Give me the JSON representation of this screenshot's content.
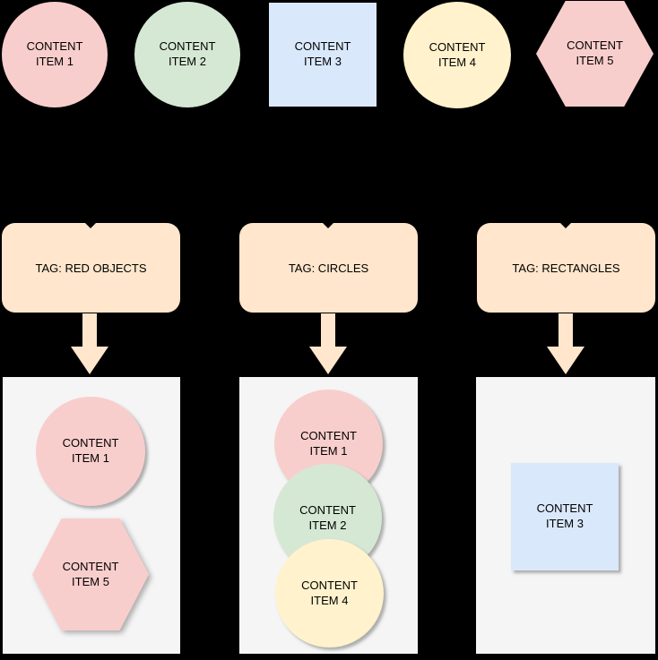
{
  "palette": {
    "background": "#000000",
    "red": "#f8cecc",
    "green": "#d5e8d4",
    "blue": "#dae8fc",
    "yellow": "#fff2cc",
    "tag": "#ffe6cc",
    "arrow": "#ffe6cc",
    "container": "#f5f5f5",
    "connector": "#000000",
    "text": "#000000"
  },
  "top_items": [
    {
      "label": "CONTENT\nITEM 1",
      "shape": "circle",
      "color": "red"
    },
    {
      "label": "CONTENT\nITEM 2",
      "shape": "circle",
      "color": "green"
    },
    {
      "label": "CONTENT\nITEM 3",
      "shape": "rectangle",
      "color": "blue"
    },
    {
      "label": "CONTENT\nITEM 4",
      "shape": "circle",
      "color": "yellow"
    },
    {
      "label": "CONTENT\nITEM 5",
      "shape": "hexagon",
      "color": "red"
    }
  ],
  "groups": [
    {
      "tag_label": "TAG: RED OBJECTS",
      "items": [
        {
          "label": "CONTENT\nITEM 1",
          "shape": "circle",
          "color": "red"
        },
        {
          "label": "CONTENT\nITEM 5",
          "shape": "hexagon",
          "color": "red"
        }
      ]
    },
    {
      "tag_label": "TAG: CIRCLES",
      "items": [
        {
          "label": "CONTENT\nITEM 1",
          "shape": "circle",
          "color": "red"
        },
        {
          "label": "CONTENT\nITEM 2",
          "shape": "circle",
          "color": "green"
        },
        {
          "label": "CONTENT\nITEM 4",
          "shape": "circle",
          "color": "yellow"
        }
      ]
    },
    {
      "tag_label": "TAG: RECTANGLES",
      "items": [
        {
          "label": "CONTENT\nITEM 3",
          "shape": "rectangle",
          "color": "blue"
        }
      ]
    }
  ]
}
